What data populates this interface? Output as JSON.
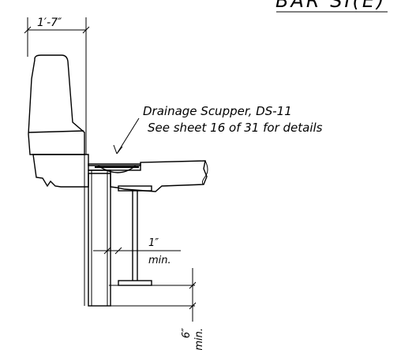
{
  "section_title": "BAR SI(E)",
  "barrier_width_label": "1′-7″",
  "scupper_note": {
    "line1": "Drainage Scupper, DS-11",
    "line2": "See sheet 16 of 31 for details"
  },
  "clearance_label": {
    "value": "1″",
    "qualifier": "min."
  },
  "bottom_label": {
    "value": "6″",
    "qualifier": "min."
  },
  "colors": {
    "line": "#000000",
    "background": "#ffffff"
  }
}
